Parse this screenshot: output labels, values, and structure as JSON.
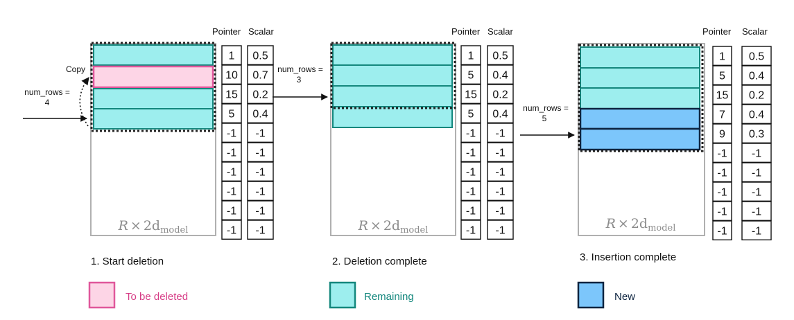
{
  "header": {
    "pointer": "Pointer",
    "scalar": "Scalar"
  },
  "matrix_label": {
    "symbol": "R",
    "times": "×",
    "two_d": "2d",
    "subscript": "model"
  },
  "panels": [
    {
      "caption": "1. Start deletion",
      "arrow_label": [
        "num_rows =",
        "4"
      ],
      "copy_label": "Copy",
      "rows": [
        "remaining",
        "to_be_deleted",
        "remaining",
        "remaining"
      ],
      "pointer": [
        "1",
        "10",
        "15",
        "5",
        "-1",
        "-1",
        "-1",
        "-1",
        "-1",
        "-1"
      ],
      "scalar": [
        "0.5",
        "0.7",
        "0.2",
        "0.4",
        "-1",
        "-1",
        "-1",
        "-1",
        "-1",
        "-1"
      ]
    },
    {
      "caption": "2. Deletion complete",
      "arrow_label": [
        "num_rows =",
        "3"
      ],
      "rows": [
        "remaining",
        "remaining",
        "remaining",
        "remaining"
      ],
      "pointer": [
        "1",
        "5",
        "15",
        "5",
        "-1",
        "-1",
        "-1",
        "-1",
        "-1",
        "-1"
      ],
      "scalar": [
        "0.5",
        "0.4",
        "0.2",
        "0.4",
        "-1",
        "-1",
        "-1",
        "-1",
        "-1",
        "-1"
      ]
    },
    {
      "caption": "3. Insertion complete",
      "arrow_label": [
        "num_rows =",
        "5"
      ],
      "rows": [
        "remaining",
        "remaining",
        "remaining",
        "new",
        "new"
      ],
      "pointer": [
        "1",
        "5",
        "15",
        "7",
        "9",
        "-1",
        "-1",
        "-1",
        "-1",
        "-1"
      ],
      "scalar": [
        "0.5",
        "0.4",
        "0.2",
        "0.4",
        "0.3",
        "-1",
        "-1",
        "-1",
        "-1",
        "-1"
      ]
    }
  ],
  "legend": [
    {
      "key": "to_be_deleted",
      "label": "To be deleted"
    },
    {
      "key": "remaining",
      "label": "Remaining"
    },
    {
      "key": "new",
      "label": "New"
    }
  ],
  "colors": {
    "to_be_deleted_fill": "#fdd5e6",
    "to_be_deleted_stroke": "#e0579b",
    "to_be_deleted_text": "#d63c86",
    "remaining_fill": "#9deeee",
    "remaining_stroke": "#14877d",
    "remaining_text": "#14877d",
    "new_fill": "#7cc6fb",
    "new_stroke": "#0d2440",
    "new_text": "#0d2440",
    "matrix_border": "#b0b0b0"
  }
}
